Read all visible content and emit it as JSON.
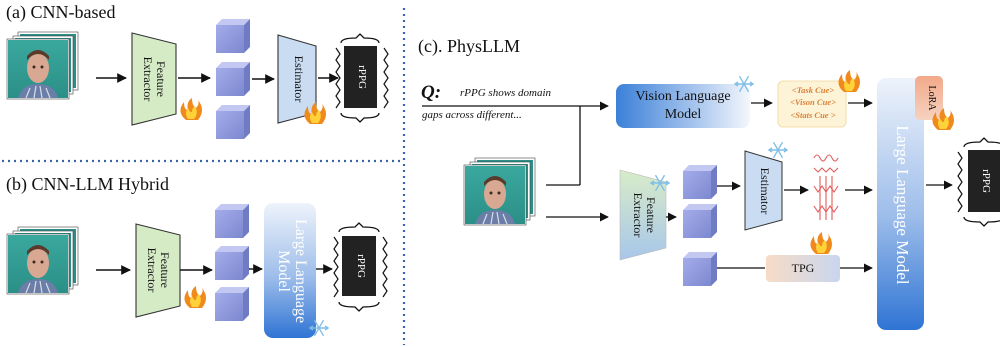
{
  "panels": {
    "a": {
      "title": "(a) CNN-based",
      "extractor": [
        "Feature",
        "Extractor"
      ],
      "estimator": "Estimator",
      "signal": "rPPG"
    },
    "b": {
      "title": "(b) CNN-LLM Hybrid",
      "extractor": [
        "Feature",
        "Extractor"
      ],
      "llm": [
        "Large Language",
        "Model"
      ],
      "signal": "rPPG"
    },
    "c": {
      "title": "(c). PhysLLM",
      "query_marker": "Q:",
      "query_text": [
        "rPPG shows domain",
        "gaps across different..."
      ],
      "vlm": [
        "Vision Language",
        "Model"
      ],
      "cues": [
        "<Task Cue>",
        "<Vison Cue>",
        "<Stats Cue >"
      ],
      "lora": "LoRA",
      "llm": "Large Language Model",
      "extractor": [
        "Feature",
        "Extractor"
      ],
      "estimator": "Estimator",
      "tpg": "TPG",
      "signal": "rPPG"
    }
  },
  "colors": {
    "divider": "#3a64b0",
    "extractor_fill": "#d5ebc6",
    "estimator_fill": "#c9dcf2",
    "cube": "#8f9ad8",
    "llm_top": "#e8effa",
    "llm_bottom": "#3b7fd8",
    "cue_text": "#d9823a",
    "wave_red": "#e04a4a"
  }
}
